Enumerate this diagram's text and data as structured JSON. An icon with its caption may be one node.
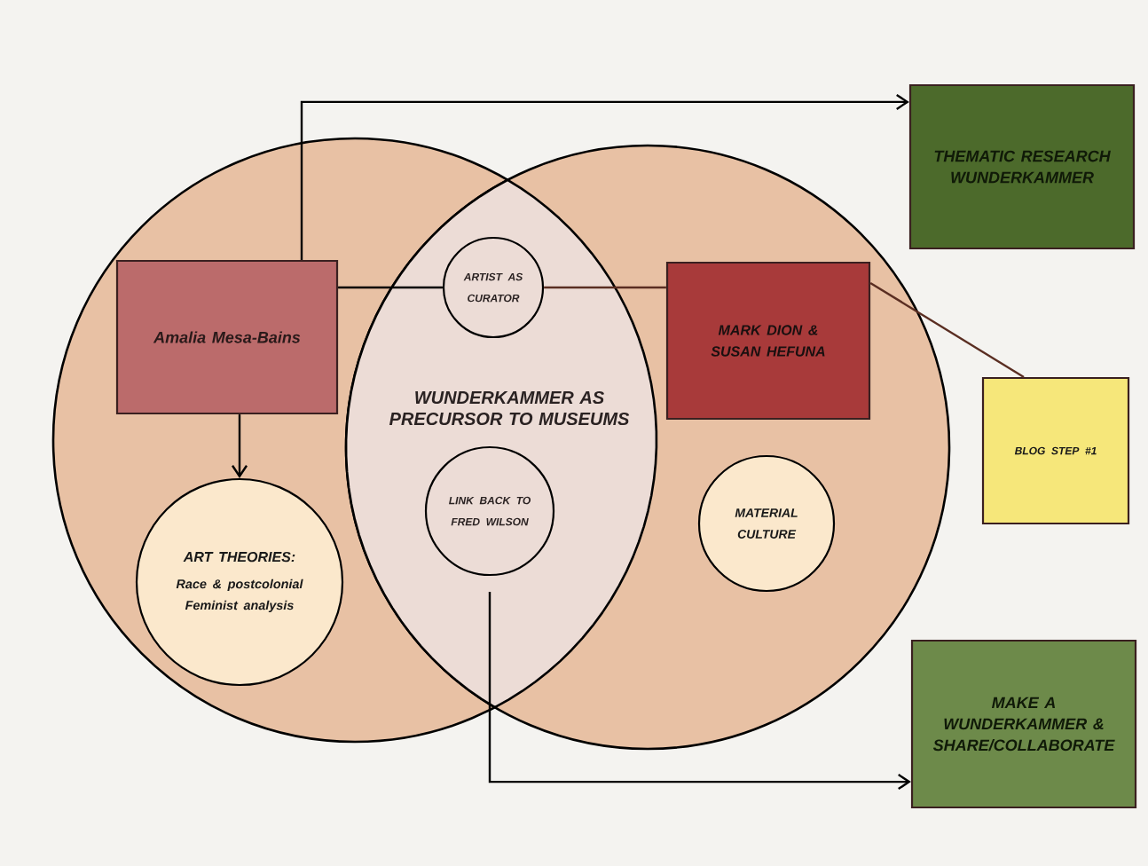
{
  "diagram": {
    "nodes": [
      {
        "text": [
          "Amalia Mesa-Bains"
        ]
      },
      {
        "text": [
          "WUNDERKAMMER AS PRECURSOR TO MUSEUMS"
        ]
      },
      {
        "text": [
          "ARTIST AS CURATOR"
        ],
        "in": 1
      },
      {
        "text": [
          "LINK BACK TO FRED WILSON"
        ],
        "in": 1
      },
      {
        "text": [
          "ART THEORIES:",
          "Race & postcolonial Feminist analysis"
        ]
      },
      {
        "text": [
          "MARK DION & SUSAN HEFUNA"
        ]
      },
      {
        "text": [
          "MATERIAL CULTURE"
        ]
      },
      {
        "text": [
          "THEMATIC RESEARCH WUNDERKAMMER"
        ]
      },
      {
        "text": [
          "BLOG STEP #1"
        ]
      },
      {
        "text": [
          "MAKE A WUNDERKAMMER & SHARE/COLLABORATE"
        ]
      }
    ],
    "edges": [
      {
        "from": 0,
        "to": 7,
        "arrow": "to"
      },
      {
        "from": 0,
        "to": 4,
        "arrow": "to"
      },
      {
        "from": 0,
        "to": 2,
        "arrow": "none"
      },
      {
        "from": 2,
        "to": 5,
        "arrow": "none",
        "color": "#5a2e22"
      },
      {
        "from": 5,
        "to": 8,
        "arrow": "none",
        "color": "#5a2e22"
      },
      {
        "from": 3,
        "to": 9,
        "arrow": "to"
      }
    ]
  }
}
